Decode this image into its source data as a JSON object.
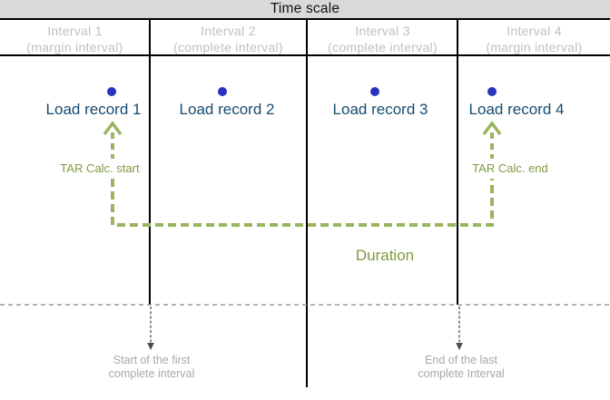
{
  "title": "Time scale",
  "columns": [
    {
      "label": "Interval 1",
      "sublabel": "(margin interval)",
      "record": "Load record 1"
    },
    {
      "label": "Interval 2",
      "sublabel": "(complete interval)",
      "record": "Load record 2"
    },
    {
      "label": "Interval 3",
      "sublabel": "(complete interval)",
      "record": "Load record 3"
    },
    {
      "label": "Interval 4",
      "sublabel": "(margin interval)",
      "record": "Load record 4"
    }
  ],
  "annotations": {
    "tar_start": "TAR Calc. start",
    "tar_end": "TAR Calc. end",
    "duration": "Duration",
    "start_note_line1": "Start of the first",
    "start_note_line2": "complete interval",
    "end_note_line1": "End of the last",
    "end_note_line2": "complete Interval"
  },
  "colors": {
    "title-bg": "#d9d9d9",
    "header-text": "#c0c0c0",
    "record-text": "#164a6e",
    "dot": "#2833bf",
    "green-line": "#9ab45f",
    "green-text": "#7d9b3f",
    "gray-dash": "#9a9a9a",
    "arrow-gray": "#4d4d4d",
    "note-text": "#a8a8a8",
    "line-black": "#000000"
  }
}
